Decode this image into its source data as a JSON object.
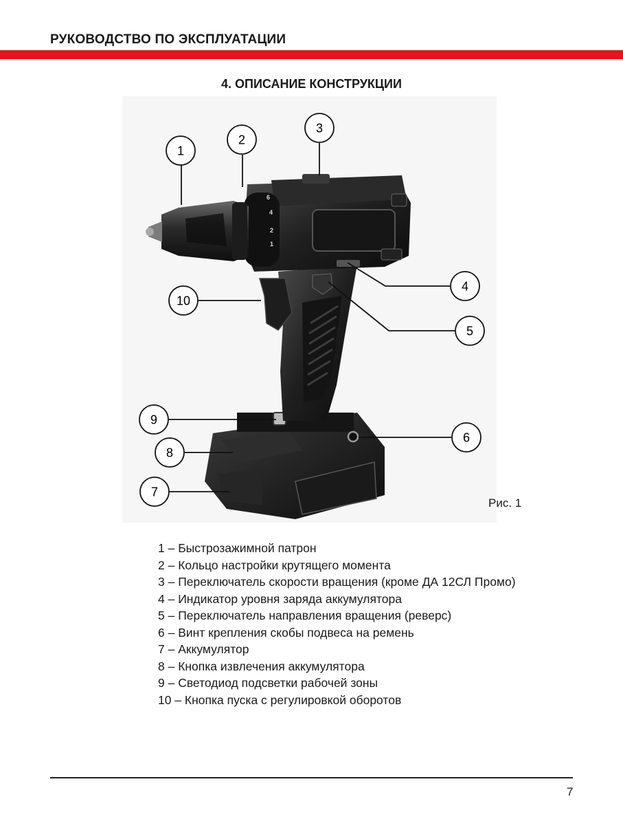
{
  "header": {
    "title": "РУКОВОДСТВО ПО ЭКСПЛУАТАЦИИ",
    "accent_color": "#e3151b"
  },
  "section": {
    "title": "4. ОПИСАНИЕ КОНСТРУКЦИИ"
  },
  "figure": {
    "caption": "Рис. 1",
    "image": "cordless-drill-photo",
    "callouts": [
      "1",
      "2",
      "3",
      "4",
      "5",
      "6",
      "7",
      "8",
      "9",
      "10"
    ],
    "speed_ring_marks": [
      "6",
      "4",
      "2",
      "1"
    ]
  },
  "legend": [
    "1 – Быстрозажимной патрон",
    "2 – Кольцо настройки крутящего момента",
    "3 – Переключатель скорости вращения (кроме ДА 12СЛ Промо)",
    "4 – Индикатор уровня заряда аккумулятора",
    "5 – Переключатель направления вращения (реверс)",
    "6 – Винт крепления скобы подвеса на ремень",
    "7 – Аккумулятор",
    "8 – Кнопка извлечения аккумулятора",
    "9 – Светодиод подсветки рабочей зоны",
    "10 – Кнопка пуска с регулировкой оборотов"
  ],
  "footer": {
    "page_number": "7"
  }
}
